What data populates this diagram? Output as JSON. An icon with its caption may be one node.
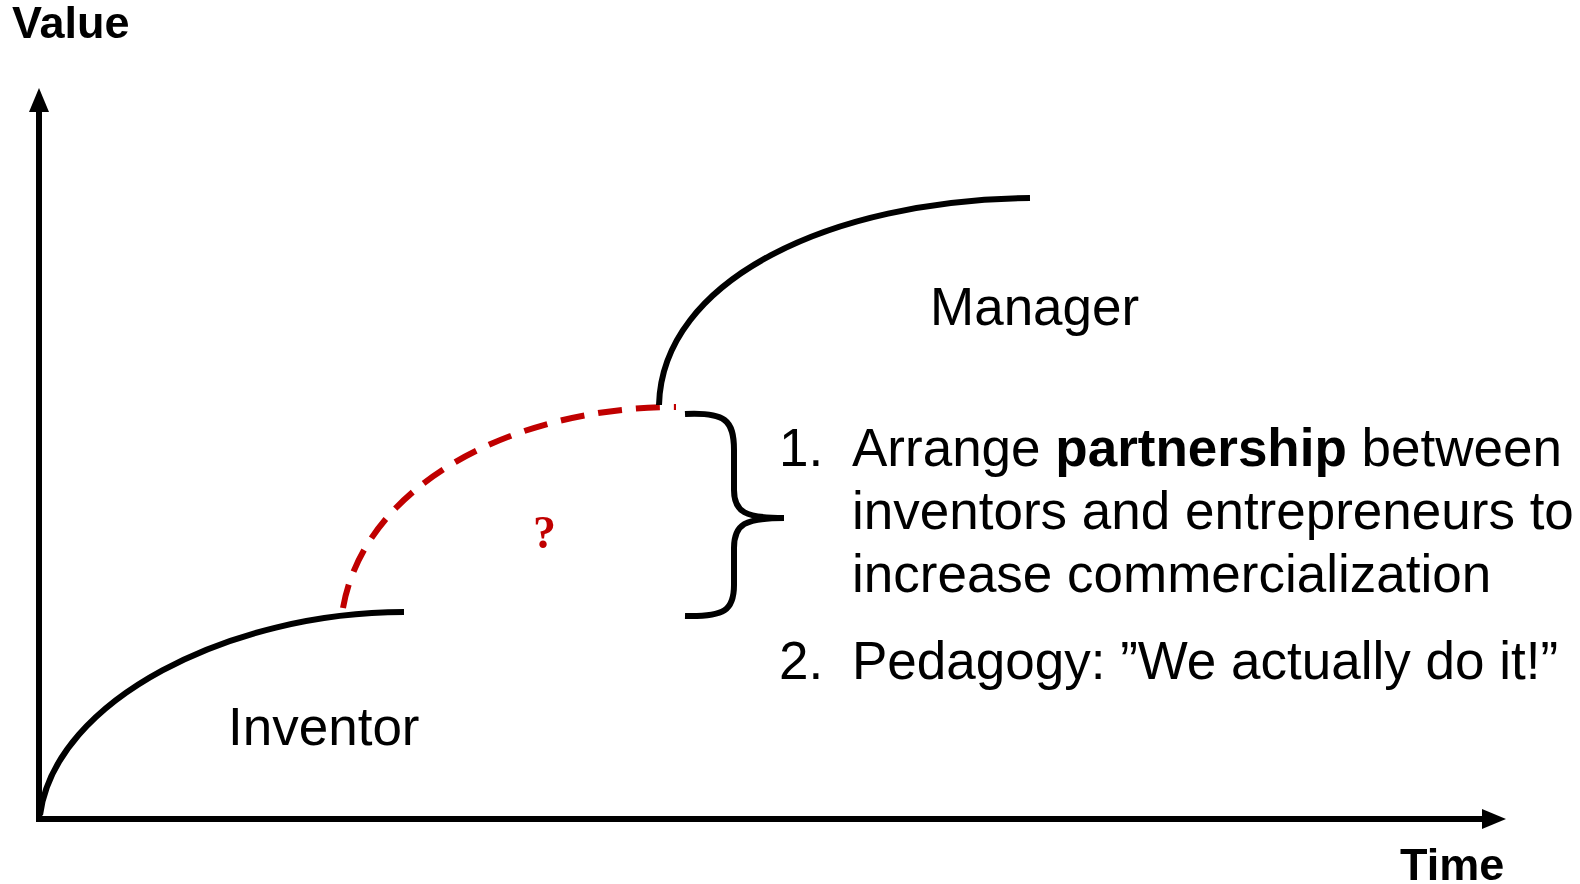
{
  "diagram": {
    "nodes": [
      {
        "text": [],
        "shape": "curve"
      },
      {
        "text": [],
        "shape": "curve"
      }
    ],
    "edges": [
      {
        "from": 0,
        "to": 1,
        "arrow": "none",
        "style": "dashed",
        "color": "#c00000"
      }
    ],
    "labels": [
      "Value",
      "Manager",
      "?",
      "1.",
      "Arrange **partnership** between inventors and entrepreneurs to increase commercialization",
      "2.",
      "Pedagogy: ”We actually do it!”",
      "Inventor",
      "Time"
    ]
  }
}
